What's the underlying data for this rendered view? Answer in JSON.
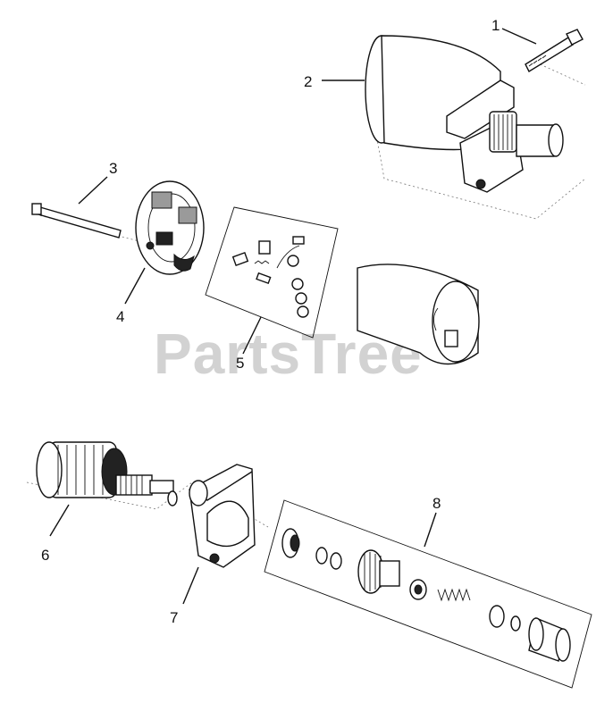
{
  "watermark": "PartsTree",
  "callouts": [
    {
      "id": "1",
      "label": "1"
    },
    {
      "id": "2",
      "label": "2"
    },
    {
      "id": "3",
      "label": "3"
    },
    {
      "id": "4",
      "label": "4"
    },
    {
      "id": "5",
      "label": "5"
    },
    {
      "id": "6",
      "label": "6"
    },
    {
      "id": "7",
      "label": "7"
    },
    {
      "id": "8",
      "label": "8"
    }
  ],
  "parts": [
    {
      "callout": "1",
      "icon": "bolt-icon"
    },
    {
      "callout": "2",
      "icon": "motor-housing-icon"
    },
    {
      "callout": "3",
      "icon": "through-bolt-icon"
    },
    {
      "callout": "4",
      "icon": "brush-holder-plate-icon"
    },
    {
      "callout": "5",
      "icon": "brush-kit-icon"
    },
    {
      "callout": "6",
      "icon": "armature-icon"
    },
    {
      "callout": "7",
      "icon": "drive-end-cap-icon"
    },
    {
      "callout": "8",
      "icon": "drive-kit-icon"
    }
  ]
}
